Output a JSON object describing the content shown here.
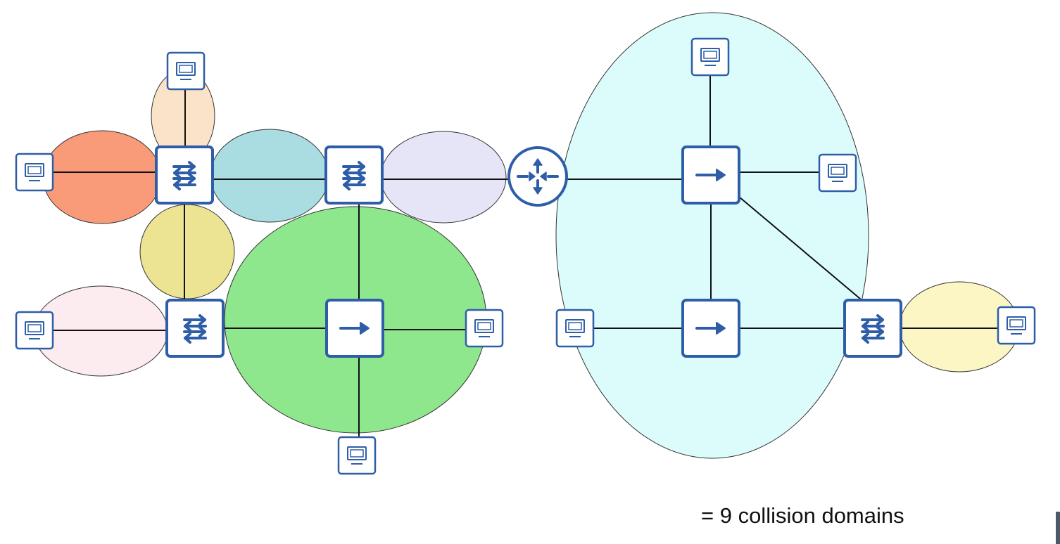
{
  "caption": "= 9 collision domains",
  "colors": {
    "device_stroke": "#2f5ea8",
    "device_fill": "#ffffff",
    "link": "#111111",
    "domain_outline": "#333333"
  },
  "collision_domains": [
    {
      "id": "d-peach",
      "fill": "#fbe3c9"
    },
    {
      "id": "d-orange",
      "fill": "#f99a78"
    },
    {
      "id": "d-teal",
      "fill": "#a9dde2"
    },
    {
      "id": "d-lavender",
      "fill": "#e5e5f7"
    },
    {
      "id": "d-yellow",
      "fill": "#ece493"
    },
    {
      "id": "d-pink",
      "fill": "#fcecf0"
    },
    {
      "id": "d-green",
      "fill": "#8ee78c"
    },
    {
      "id": "d-cyan",
      "fill": "#dcfcfc"
    },
    {
      "id": "d-cream",
      "fill": "#fbf6c4"
    }
  ],
  "devices": [
    {
      "id": "sw1",
      "type": "switch"
    },
    {
      "id": "sw2",
      "type": "switch"
    },
    {
      "id": "sw3",
      "type": "switch"
    },
    {
      "id": "sw4",
      "type": "switch"
    },
    {
      "id": "hub1",
      "type": "hub"
    },
    {
      "id": "hub2",
      "type": "hub"
    },
    {
      "id": "hub3",
      "type": "hub"
    },
    {
      "id": "router",
      "type": "router"
    },
    {
      "id": "pc1",
      "type": "pc"
    },
    {
      "id": "pc2",
      "type": "pc"
    },
    {
      "id": "pc3",
      "type": "pc"
    },
    {
      "id": "pc4",
      "type": "pc"
    },
    {
      "id": "pc5",
      "type": "pc"
    },
    {
      "id": "pc6",
      "type": "pc"
    },
    {
      "id": "pc7",
      "type": "pc"
    },
    {
      "id": "pc8",
      "type": "pc"
    },
    {
      "id": "pc9",
      "type": "pc"
    },
    {
      "id": "pc10",
      "type": "pc"
    }
  ],
  "links": [
    [
      "pc1",
      "sw1"
    ],
    [
      "pc2",
      "sw1"
    ],
    [
      "sw1",
      "sw2"
    ],
    [
      "sw1",
      "sw3"
    ],
    [
      "pc3",
      "sw3"
    ],
    [
      "sw3",
      "hub1"
    ],
    [
      "sw2",
      "hub1"
    ],
    [
      "hub1",
      "pc4"
    ],
    [
      "hub1",
      "pc5"
    ],
    [
      "sw2",
      "router"
    ],
    [
      "router",
      "hub2"
    ],
    [
      "pc6",
      "hub2"
    ],
    [
      "hub2",
      "pc7"
    ],
    [
      "hub2",
      "hub3"
    ],
    [
      "hub2",
      "sw4"
    ],
    [
      "pc8",
      "hub3"
    ],
    [
      "hub3",
      "sw4"
    ],
    [
      "sw4",
      "pc9"
    ]
  ]
}
